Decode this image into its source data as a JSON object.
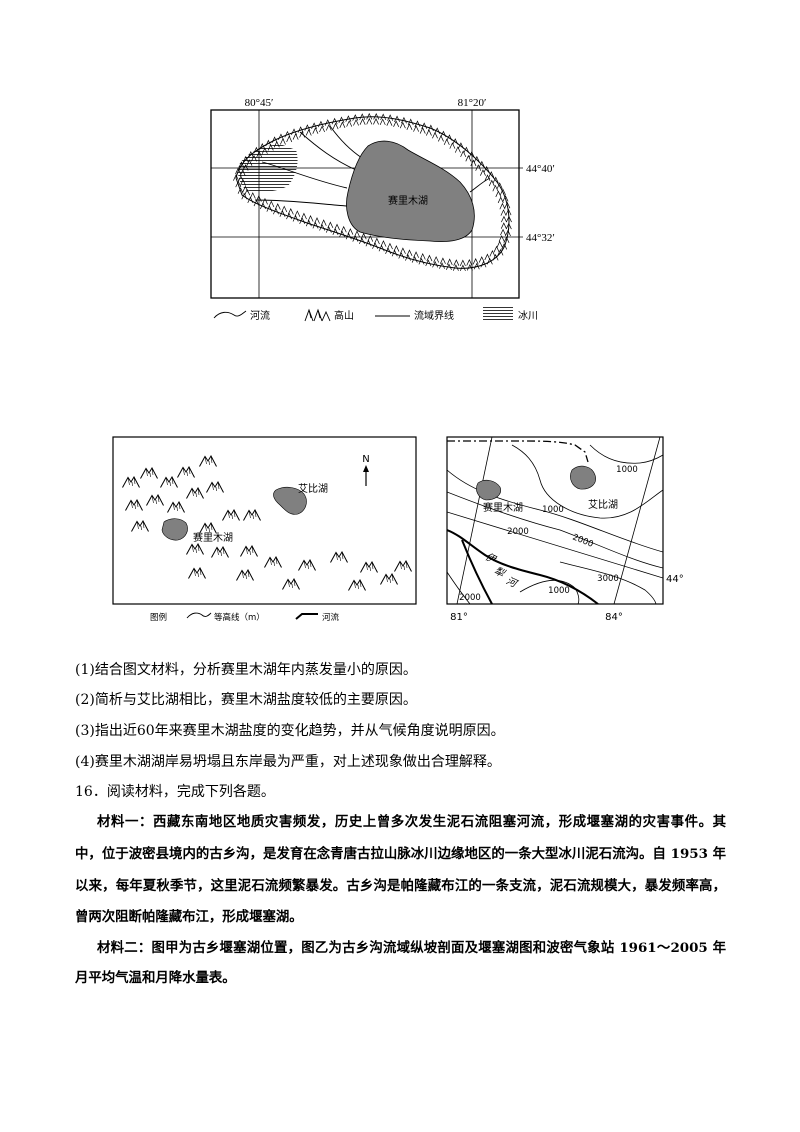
{
  "figure_top": {
    "longitude_labels": [
      "80°45′",
      "81°20′"
    ],
    "latitude_labels": [
      "44°40′",
      "44°32′"
    ],
    "lake_label": "赛里木湖",
    "legend": {
      "river": "河流",
      "mountain": "高山",
      "basin_boundary": "流域界线",
      "glacier": "冰川"
    }
  },
  "figure_left": {
    "north": "N",
    "lake_ebinur": "艾比湖",
    "lake_sayram": "赛里木湖",
    "legend": {
      "title": "图例",
      "contour": "等高线（m）",
      "river": "河流"
    }
  },
  "figure_right": {
    "lake_sayram": "赛里木湖",
    "lake_ebinur": "艾比湖",
    "contour_labels": [
      "1000",
      "1000",
      "2000",
      "2000",
      "3000",
      "1000",
      "2000"
    ],
    "river_label": [
      "伊",
      "犁",
      "河"
    ],
    "latitude_label": "44°",
    "longitude_labels": [
      "81°",
      "84°"
    ]
  },
  "questions": [
    "(1)结合图文材料，分析赛里木湖年内蒸发量小的原因。",
    "(2)简析与艾比湖相比，赛里木湖盐度较低的主要原因。",
    "(3)指出近60年来赛里木湖盐度的变化趋势，并从气候角度说明原因。",
    "(4)赛里木湖湖岸易坍塌且东岸最为严重，对上述现象做出合理解释。"
  ],
  "problem_16": {
    "heading": "16．阅读材料，完成下列各题。",
    "material_1": [
      "材料一：西藏东南地区地质灾害频发，历史上曾多次发生泥石流阻塞河流，形成堰塞湖的灾害事件。其",
      "中，位于波密县境内的古乡沟，是发育在念青唐古拉山脉冰川边缘地区的一条大型冰川泥石流沟。自 1953 年",
      "以来，每年夏秋季节，这里泥石流频繁暴发。古乡沟是帕隆藏布江的一条支流，泥石流规模大，暴发频率高，",
      "曾两次阻断帕隆藏布江，形成堰塞湖。"
    ],
    "material_2": [
      "材料二：图甲为古乡堰塞湖位置，图乙为古乡沟流域纵坡剖面及堰塞湖图和波密气象站 1961～2005 年",
      "月平均气温和月降水量表。"
    ]
  },
  "colors": {
    "lake_fill": "#808080",
    "line": "#000000"
  }
}
